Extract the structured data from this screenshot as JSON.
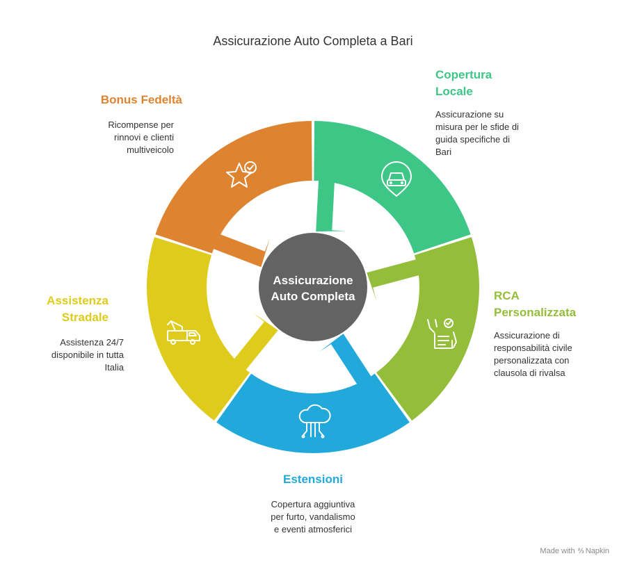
{
  "title": "Assicurazione Auto Completa a Bari",
  "center_label_line1": "Assicurazione",
  "center_label_line2": "Auto Completa",
  "segments": {
    "copertura": {
      "title_line1": "Copertura",
      "title_line2": "Locale",
      "desc_lines": [
        "Assicurazione su",
        "misura per le sfide di",
        "guida specifiche di",
        "Bari"
      ],
      "color": "#3DC686",
      "icon": "car-location-icon"
    },
    "rca": {
      "title_line1": "RCA",
      "title_line2": "Personalizzata",
      "desc_lines": [
        "Assicurazione di",
        "responsabilità civile",
        "personalizzata con",
        "clausola di rivalsa"
      ],
      "color": "#94BE3A",
      "icon": "document-check-icon"
    },
    "estensioni": {
      "title_line1": "Estensioni",
      "desc_lines": [
        "Copertura aggiuntiva",
        "per furto, vandalismo",
        "e eventi atmosferici"
      ],
      "color": "#21A9DB",
      "icon": "cloud-circuit-icon"
    },
    "assistenza": {
      "title_line1": "Assistenza",
      "title_line2": "Stradale",
      "desc_lines": [
        "Assistenza 24/7",
        "disponibile in tutta",
        "Italia"
      ],
      "color": "#DECB1B",
      "icon": "tow-truck-icon"
    },
    "bonus": {
      "title_line1": "Bonus Fedeltà",
      "desc_lines": [
        "Ricompense per",
        "rinnovi e clienti",
        "multiveicolo"
      ],
      "color": "#DE8431",
      "icon": "star-check-icon"
    }
  },
  "center_color": "#636363",
  "footer": {
    "made_with": "Made with",
    "brand": "Napkin"
  }
}
